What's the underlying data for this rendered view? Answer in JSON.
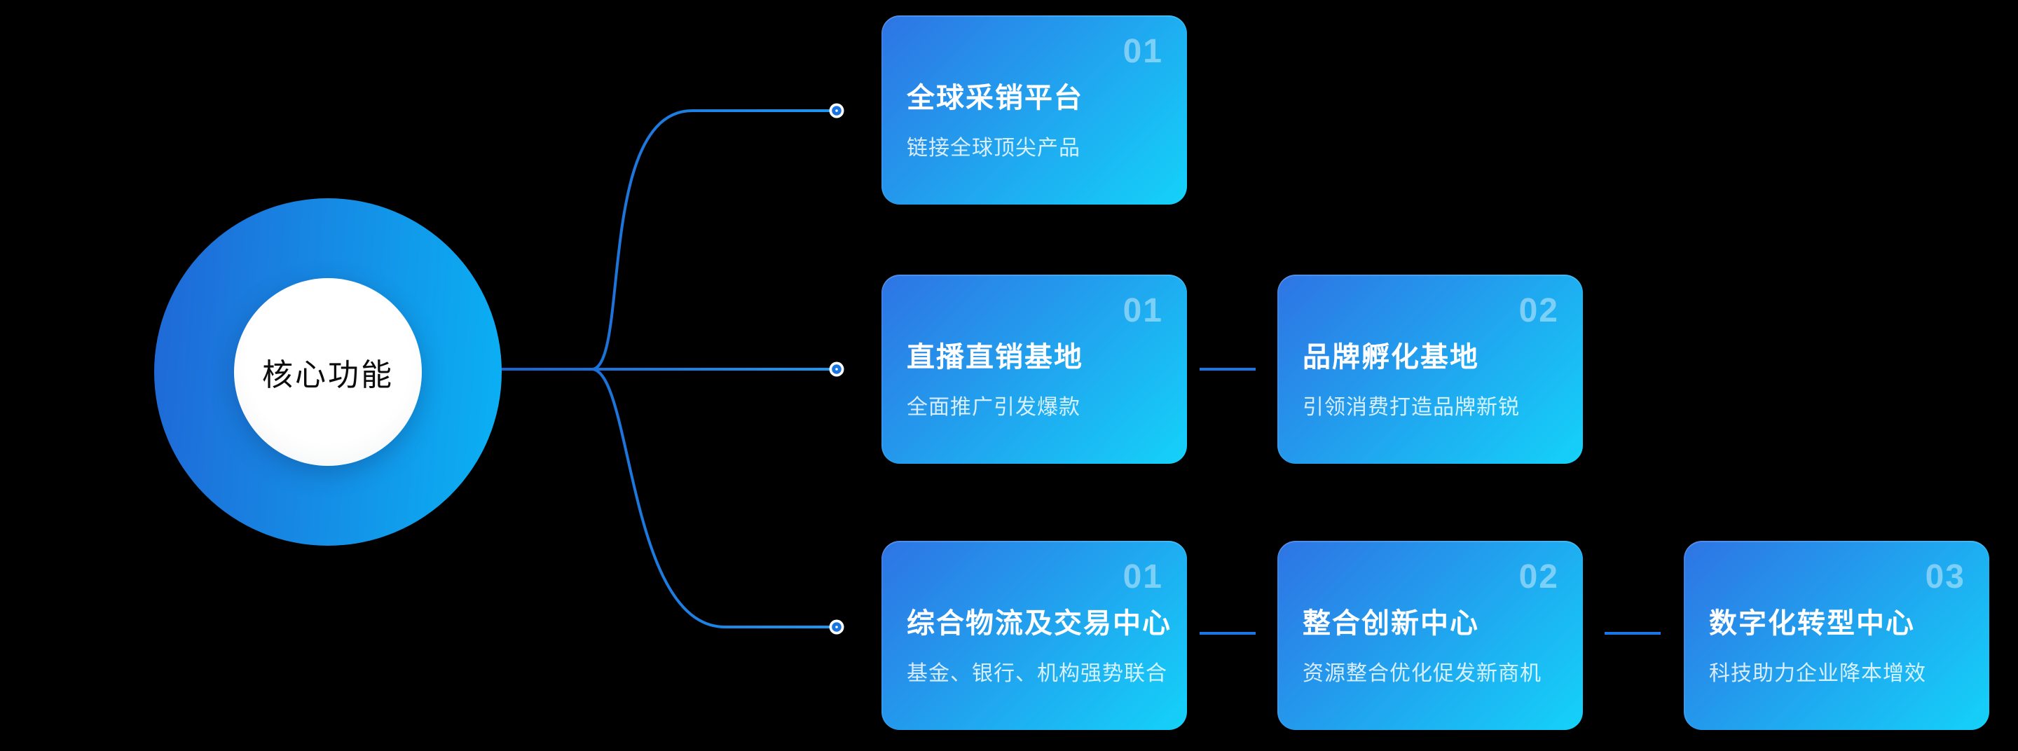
{
  "background": "#000000",
  "palette": {
    "card_gradient_start": "#2e74e4",
    "card_gradient_end": "#14d2f9",
    "circle_gradient_start": "#2067d6",
    "circle_gradient_end": "#0ab2f4",
    "line_gradient_start": "#1b57c9",
    "line_gradient_end": "#1f99f0",
    "dash_color": "#1976e2",
    "node_dot_fill": "#1a74e0",
    "title_color": "#ffffff",
    "number_color": "rgba(255,255,255,0.42)",
    "subtitle_color": "rgba(255,255,255,0.82)",
    "center_label_color": "#0c0c0c"
  },
  "center": {
    "label": "核心功能"
  },
  "rows": [
    {
      "cards": [
        {
          "number": "01",
          "title": "全球采销平台",
          "subtitle": "链接全球顶尖产品"
        }
      ]
    },
    {
      "cards": [
        {
          "number": "01",
          "title": "直播直销基地",
          "subtitle": "全面推广引发爆款"
        },
        {
          "number": "02",
          "title": "品牌孵化基地",
          "subtitle": "引领消费打造品牌新锐"
        }
      ]
    },
    {
      "cards": [
        {
          "number": "01",
          "title": "综合物流及交易中心",
          "subtitle": "基金、银行、机构强势联合"
        },
        {
          "number": "02",
          "title": "整合创新中心",
          "subtitle": "资源整合优化促发新商机"
        },
        {
          "number": "03",
          "title": "数字化转型中心",
          "subtitle": "科技助力企业降本增效"
        }
      ]
    }
  ]
}
